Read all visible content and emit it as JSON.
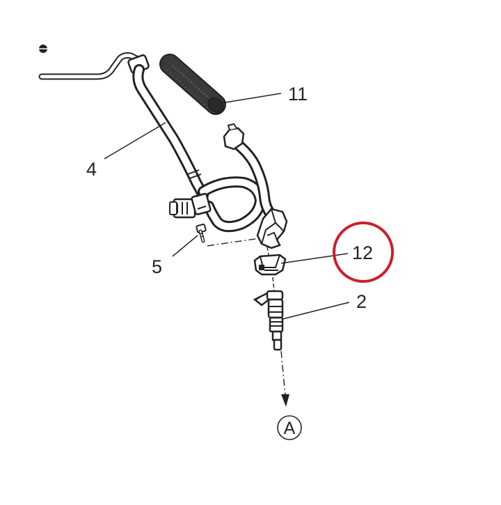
{
  "diagram": {
    "callouts": {
      "p11": "11",
      "p4": "4",
      "p5": "5",
      "p12": "12",
      "p2": "2"
    },
    "reference": "A",
    "colors": {
      "line": "#222222",
      "part_fill": "#ffffff",
      "hose_fill": "#3a3a3a",
      "highlight_ring": "#cc1f2a"
    },
    "highlighted_part": "12"
  }
}
